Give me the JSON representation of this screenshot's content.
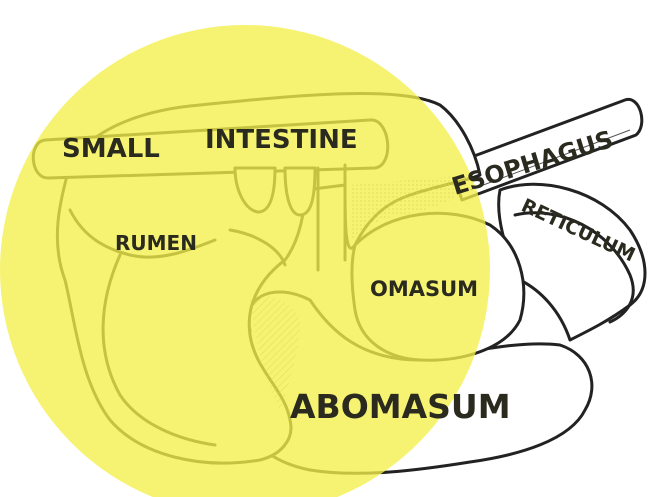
{
  "labels": {
    "small_intestine_1": "SMALL",
    "small_intestine_2": "INTESTINE",
    "esophagus": "ESOPHAGUS",
    "reticulum": "RETICULUM",
    "rumen": "RUMEN",
    "omasum": "OMASUM",
    "abomasum": "ABOMASUM"
  },
  "colors": {
    "highlight": "#f4f04a",
    "ink": "#222222",
    "label": "#2a2a1e"
  }
}
